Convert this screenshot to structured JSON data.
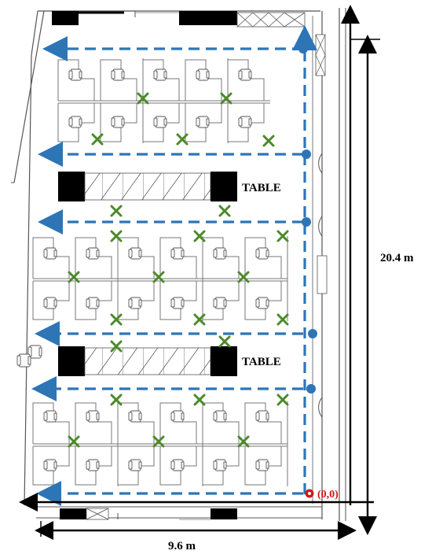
{
  "labels": {
    "table_top": "TABLE",
    "table_bottom": "TABLE",
    "height_dimension": "20.4 m",
    "width_dimension": "9.6 m",
    "origin": "(0,0)"
  },
  "colors": {
    "route": "#2e75b6",
    "marker": "#4c8a2a",
    "origin": "#d01818"
  },
  "icons": {
    "measurement_point": "x-mark",
    "route_node": "filled-circle"
  }
}
